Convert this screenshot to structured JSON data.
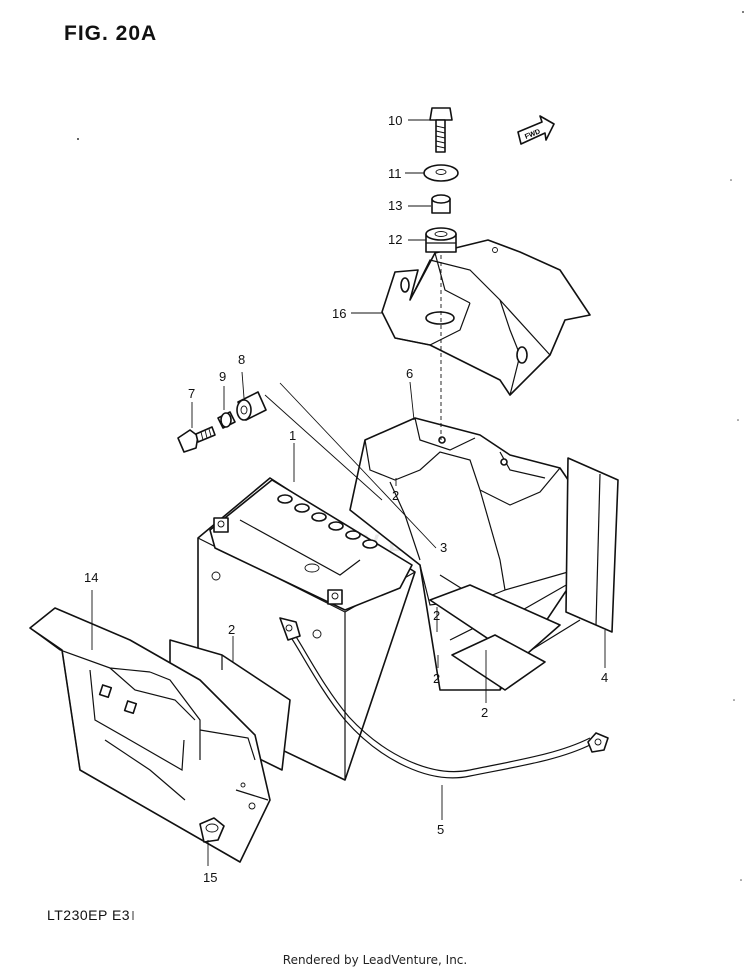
{
  "title": "FIG. 20A",
  "model_code": "LT230EP  E3",
  "credit": "Rendered by LeadVenture, Inc.",
  "watermark": "LEADVENTURE",
  "direction_marker": "FWD",
  "callouts": [
    "10",
    "11",
    "13",
    "12",
    "16",
    "8",
    "9",
    "7",
    "6",
    "1",
    "2",
    "3",
    "2",
    "2",
    "2",
    "4",
    "14",
    "2",
    "5",
    "15"
  ]
}
